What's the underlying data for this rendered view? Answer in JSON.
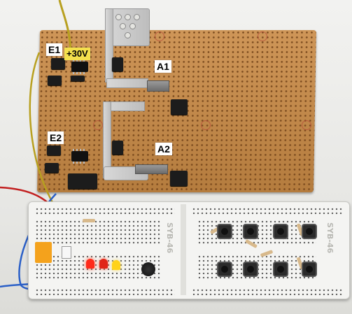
{
  "scene": {
    "subject": "electronics"
  },
  "labels": {
    "e1": "E1",
    "e2": "E2",
    "a1": "A1",
    "a2": "A2",
    "voltage": "+30V"
  },
  "breadboard": {
    "marking_left": "SYB-46",
    "marking_right": "SYB-46"
  },
  "colors": {
    "perfboard": "#c98a45",
    "wire_red": "#c22020",
    "wire_blue": "#2a5fc7",
    "wire_yellow": "#b8a020",
    "led_red": "#ff2a1a",
    "led_yellow": "#ffd21a"
  }
}
